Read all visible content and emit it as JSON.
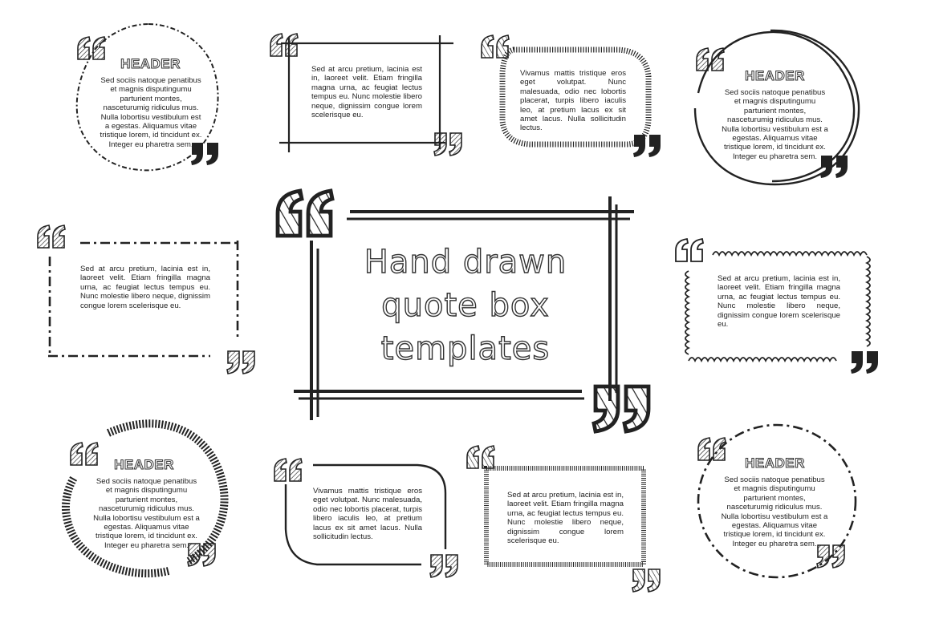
{
  "title": {
    "line1": "Hand drawn",
    "line2": "quote box",
    "line3": "templates"
  },
  "boxes": {
    "b1": {
      "header": "HEADER",
      "text": "Sed sociis natoque penatibus et magnis disputingumu parturient montes, nasceturumig ridiculus mus. Nulla lobortisu vestibulum est a egestas. Aliquamus vitae tristique lorem, id tincidunt ex. Integer eu pharetra sem."
    },
    "b2": {
      "text": "Sed at arcu pretium, lacinia est in, laoreet velit. Etiam fringilla magna urna, ac feugiat lectus tempus eu. Nunc molestie libero neque, dignissim congue lorem scelerisque eu."
    },
    "b3": {
      "text": "Vivamus mattis tristique eros eget volutpat. Nunc malesuada, odio nec lobortis placerat, turpis libero iaculis leo, at pretium lacus ex sit amet lacus. Nulla sollicitudin lectus."
    },
    "b4": {
      "header": "HEADER",
      "text": "Sed sociis natoque penatibus et magnis disputingumu parturient montes, nasceturumig ridiculus mus. Nulla lobortisu vestibulum est a egestas. Aliquamus vitae tristique lorem, id tincidunt ex. Integer eu pharetra sem."
    },
    "b5": {
      "text": "Sed at arcu pretium, lacinia est in, laoreet velit. Etiam fringilla magna urna, ac feugiat lectus tempus eu. Nunc molestie libero neque, dignissim congue lorem scelerisque eu."
    },
    "b6": {
      "text": "Sed at arcu pretium, lacinia est in, laoreet velit. Etiam fringilla magna urna, ac feugiat lectus tempus eu. Nunc molestie libero neque, dignissim congue lorem scelerisque eu."
    },
    "b7": {
      "header": "HEADER",
      "text": "Sed sociis natoque penatibus et magnis disputingumu parturient montes, nasceturumig ridiculus mus. Nulla lobortisu vestibulum est a egestas. Aliquamus vitae tristique lorem, id tincidunt ex. Integer eu pharetra sem."
    },
    "b8": {
      "text": "Vivamus mattis tristique eros eget volutpat. Nunc malesuada, odio nec lobortis placerat, turpis libero iaculis leo, at pretium lacus ex sit amet lacus. Nulla sollicitudin lectus."
    },
    "b9": {
      "text": "Sed at arcu pretium, lacinia est in, laoreet velit. Etiam fringilla magna urna, ac feugiat lectus tempus eu. Nunc molestie libero neque, dignissim congue lorem scelerisque eu."
    },
    "b10": {
      "header": "HEADER",
      "text": "Sed sociis natoque penatibus et magnis disputingumu parturient montes, nasceturumig ridiculus mus. Nulla lobortisu vestibulum est a egestas. Aliquamus vitae tristique lorem, id tincidunt ex. Integer eu pharetra sem."
    }
  },
  "colors": {
    "ink": "#222222",
    "background": "#ffffff"
  },
  "icons": {
    "open": "open-quote-icon",
    "close": "close-quote-icon"
  }
}
